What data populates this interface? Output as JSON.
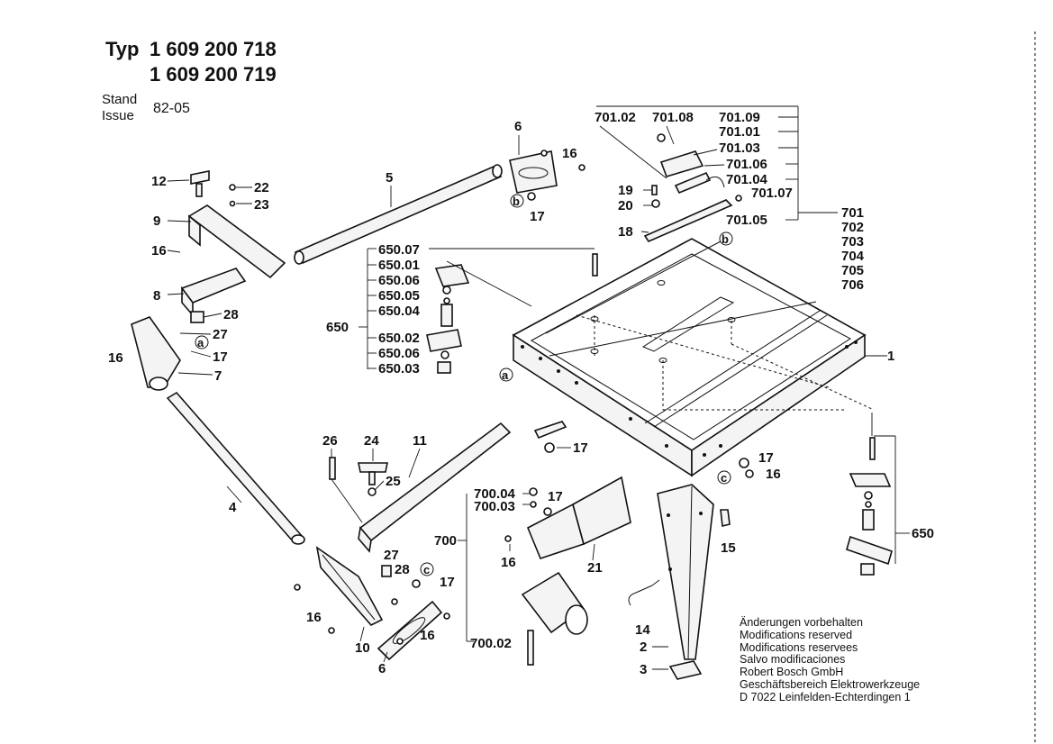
{
  "header": {
    "typ_label": "Typ",
    "typ_number_1": "1 609 200 718",
    "typ_number_2": "1 609 200 719",
    "stand_label": "Stand",
    "issue_label": "Issue",
    "issue_date": "82-05"
  },
  "notes": {
    "line1": "Änderungen vorbehalten",
    "line2": "Modifications reserved",
    "line3": "Modifications reservees",
    "line4": "Salvo modificaciones",
    "company": "Robert Bosch GmbH",
    "division": "Geschäftsbereich Elektrowerkzeuge",
    "address": "D 7022 Leinfelden-Echterdingen 1"
  },
  "callouts": {
    "p1": "1",
    "p2": "2",
    "p3": "3",
    "p4": "4",
    "p5": "5",
    "p6a": "6",
    "p6b": "6",
    "p7": "7",
    "p8": "8",
    "p9": "9",
    "p10": "10",
    "p11": "11",
    "p12": "12",
    "p14": "14",
    "p15": "15",
    "p16a": "16",
    "p16b": "16",
    "p16c": "16",
    "p16d": "16",
    "p16e": "16",
    "p16f": "16",
    "p16g": "16",
    "p17a": "17",
    "p17b": "17",
    "p17c": "17",
    "p17d": "17",
    "p17e": "17",
    "p17f": "17",
    "p18": "18",
    "p19": "19",
    "p20": "20",
    "p21": "21",
    "p22": "22",
    "p23": "23",
    "p24": "24",
    "p25": "25",
    "p26": "26",
    "p27a": "27",
    "p27b": "27",
    "p28a": "28",
    "p28b": "28",
    "p650a": "650",
    "p650b": "650",
    "p650_07": "650.07",
    "p650_01": "650.01",
    "p650_06a": "650.06",
    "p650_05": "650.05",
    "p650_04": "650.04",
    "p650_02": "650.02",
    "p650_06b": "650.06",
    "p650_03": "650.03",
    "p700": "700",
    "p700_04": "700.04",
    "p700_03": "700.03",
    "p700_02": "700.02",
    "p701_02": "701.02",
    "p701_08": "701.08",
    "p701_09": "701.09",
    "p701_01": "701.01",
    "p701_03": "701.03",
    "p701_06": "701.06",
    "p701_04": "701.04",
    "p701_07": "701.07",
    "p701_05": "701.05",
    "p701": "701",
    "p702": "702",
    "p703": "703",
    "p704": "704",
    "p705": "705",
    "p706": "706",
    "ref_a1": "a",
    "ref_a2": "a",
    "ref_b1": "b",
    "ref_b2": "b",
    "ref_c1": "c",
    "ref_c2": "c"
  }
}
